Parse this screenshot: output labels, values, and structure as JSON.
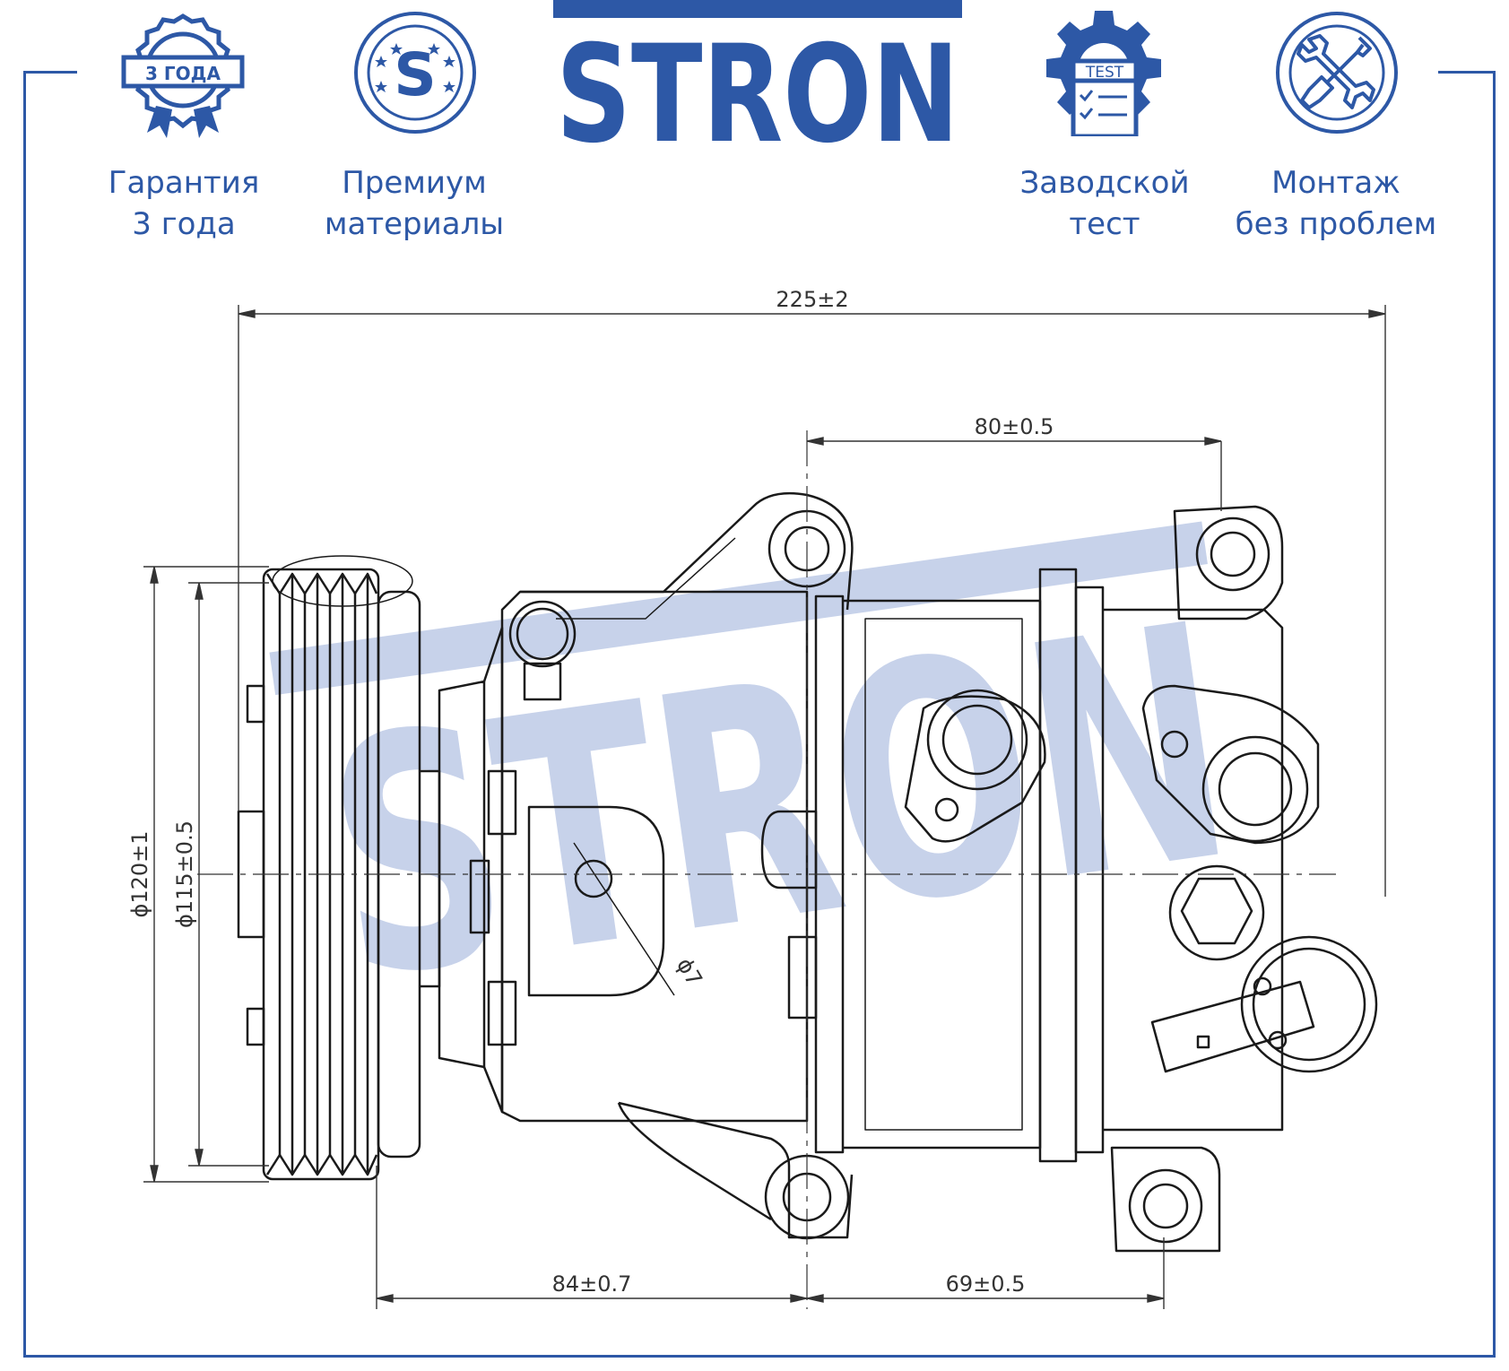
{
  "brand": {
    "name": "STRON",
    "primary_color": "#2d58a6",
    "watermark_color": "#c7d2ea"
  },
  "features": [
    {
      "icon": "warranty-badge-icon",
      "badge": "3 ГОДА",
      "line1": "Гарантия",
      "line2": "3 года"
    },
    {
      "icon": "premium-star-s-icon",
      "badge": "S",
      "line1": "Премиум",
      "line2": "материалы"
    },
    {
      "icon": "factory-test-gear-icon",
      "badge": "TEST",
      "line1": "Заводской",
      "line2": "тест"
    },
    {
      "icon": "tools-wrench-screwdriver-icon",
      "line1": "Монтаж",
      "line2": "без проблем"
    }
  ],
  "drawing": {
    "subject": "compressor-technical-drawing",
    "dimensions": {
      "overall_length": "225±2",
      "mount_spacing_top": "80±0.5",
      "pulley_to_mount": "84±0.7",
      "mount_spacing_bottom": "69±0.5",
      "outer_diameter": "ϕ120±1",
      "pulley_diameter": "ϕ115±0.5",
      "hole_diameter": "ϕ7"
    }
  }
}
